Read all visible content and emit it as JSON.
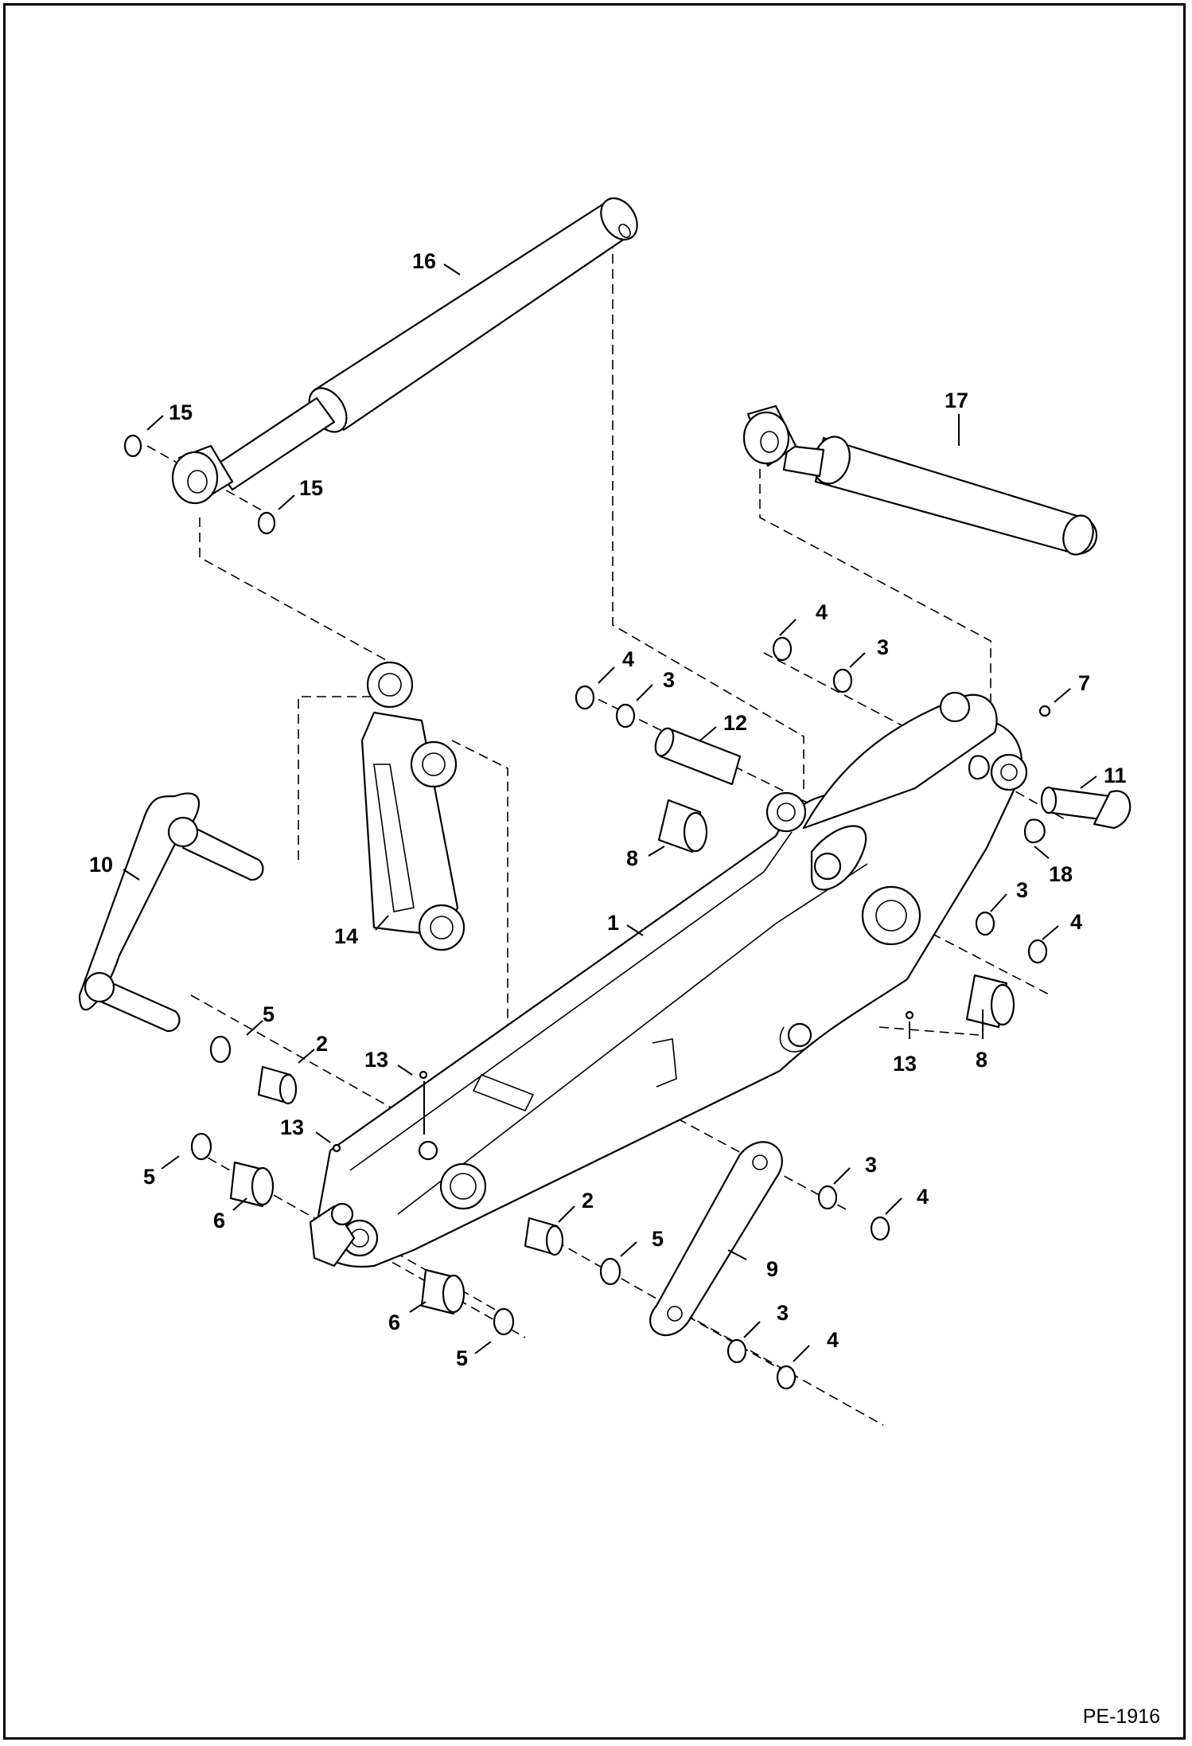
{
  "figure": {
    "id_text": "PE-1916",
    "colors": {
      "line": "#000000",
      "background": "#ffffff"
    }
  },
  "callouts": [
    {
      "key": "c16",
      "text": "16"
    },
    {
      "key": "c15a",
      "text": "15"
    },
    {
      "key": "c15b",
      "text": "15"
    },
    {
      "key": "c17",
      "text": "17"
    },
    {
      "key": "c4a",
      "text": "4"
    },
    {
      "key": "c3a",
      "text": "3"
    },
    {
      "key": "c4b",
      "text": "4"
    },
    {
      "key": "c3b",
      "text": "3"
    },
    {
      "key": "c7",
      "text": "7"
    },
    {
      "key": "c12",
      "text": "12"
    },
    {
      "key": "c11",
      "text": "11"
    },
    {
      "key": "c8a",
      "text": "8"
    },
    {
      "key": "c18",
      "text": "18"
    },
    {
      "key": "c10",
      "text": "10"
    },
    {
      "key": "c14",
      "text": "14"
    },
    {
      "key": "c1",
      "text": "1"
    },
    {
      "key": "c3c",
      "text": "3"
    },
    {
      "key": "c4c",
      "text": "4"
    },
    {
      "key": "c13a",
      "text": "13"
    },
    {
      "key": "c8b",
      "text": "8"
    },
    {
      "key": "c5a",
      "text": "5"
    },
    {
      "key": "c2a",
      "text": "2"
    },
    {
      "key": "c13b",
      "text": "13"
    },
    {
      "key": "c13c",
      "text": "13"
    },
    {
      "key": "c5b",
      "text": "5"
    },
    {
      "key": "c6a",
      "text": "6"
    },
    {
      "key": "c3d",
      "text": "3"
    },
    {
      "key": "c4d",
      "text": "4"
    },
    {
      "key": "c2b",
      "text": "2"
    },
    {
      "key": "c5c",
      "text": "5"
    },
    {
      "key": "c9",
      "text": "9"
    },
    {
      "key": "c6b",
      "text": "6"
    },
    {
      "key": "c3e",
      "text": "3"
    },
    {
      "key": "c4e",
      "text": "4"
    },
    {
      "key": "c5d",
      "text": "5"
    }
  ]
}
